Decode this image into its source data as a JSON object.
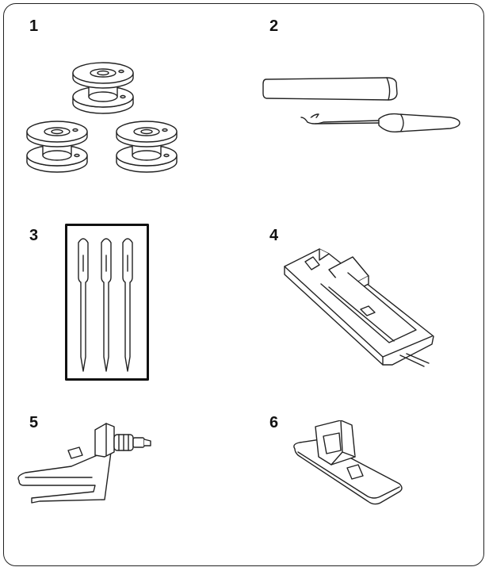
{
  "items": [
    {
      "number": "1",
      "icon": "bobbins-icon"
    },
    {
      "number": "2",
      "icon": "brush-and-seam-ripper-icon"
    },
    {
      "number": "3",
      "icon": "needle-pack-icon"
    },
    {
      "number": "4",
      "icon": "buttonhole-foot-icon"
    },
    {
      "number": "5",
      "icon": "overcast-foot-icon"
    },
    {
      "number": "6",
      "icon": "zipper-foot-icon"
    }
  ]
}
